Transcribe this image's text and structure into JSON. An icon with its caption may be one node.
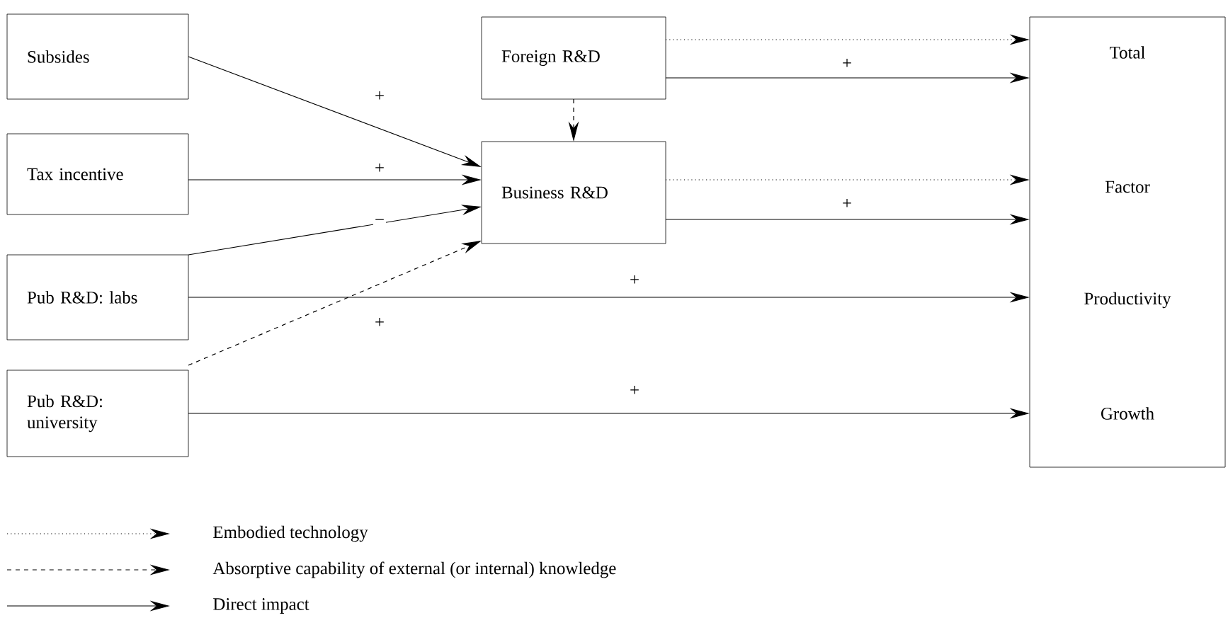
{
  "diagram": {
    "nodes": [
      {
        "text": [
          "Subsides"
        ]
      },
      {
        "text": [
          "Tax incentive"
        ]
      },
      {
        "text": [
          "Pub R&D: labs"
        ]
      },
      {
        "text": [
          "Pub R&D: university"
        ]
      },
      {
        "text": [
          "Foreign R&D"
        ]
      },
      {
        "text": [
          "Business R&D"
        ]
      },
      {
        "text": [
          "Total",
          "Factor",
          "Productivity",
          "Growth"
        ]
      }
    ],
    "edges": [
      {
        "from": 0,
        "to": 5,
        "arrow": "to",
        "label": "+"
      },
      {
        "from": 1,
        "to": 5,
        "arrow": "to",
        "label": "+"
      },
      {
        "from": 2,
        "to": 5,
        "arrow": "to",
        "label": "−"
      },
      {
        "from": 3,
        "to": 5,
        "arrow": "to",
        "label": "+",
        "style": "dashed"
      },
      {
        "from": 4,
        "to": 5,
        "arrow": "to",
        "style": "dashed"
      },
      {
        "from": 4,
        "to": 6,
        "arrow": "to",
        "style": "dashed"
      },
      {
        "from": 4,
        "to": 6,
        "arrow": "to",
        "label": "+"
      },
      {
        "from": 5,
        "to": 6,
        "arrow": "to",
        "style": "dashed"
      },
      {
        "from": 5,
        "to": 6,
        "arrow": "to",
        "label": "+"
      },
      {
        "from": 2,
        "to": 6,
        "arrow": "to",
        "label": "+"
      },
      {
        "from": 3,
        "to": 6,
        "arrow": "to",
        "label": "+"
      }
    ],
    "legend": [
      {
        "text": "Embodied technology"
      },
      {
        "text": "Absorptive capability of external (or internal) knowledge"
      },
      {
        "text": "Direct impact"
      }
    ]
  }
}
